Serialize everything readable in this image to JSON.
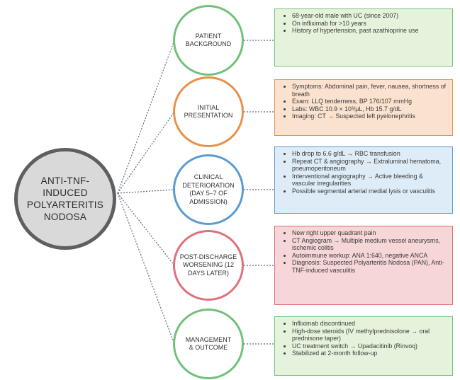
{
  "center": {
    "label": "ANTI-TNF-\nINDUCED\nPOLYARTERITIS\nNODOSA"
  },
  "stages": [
    {
      "label": "PATIENT\nBACKGROUND",
      "color": "#73c07a",
      "box_bg": "#e6f3dc",
      "items": [
        "68-year-old male with UC (since 2007)",
        "On infliximab for >10 years",
        " History of hypertension, past azathioprine use"
      ]
    },
    {
      "label": "INITIAL\nPRESENTATION",
      "color": "#e8914a",
      "box_bg": "#fbe2cf",
      "items": [
        "Symptoms: Abdominal pain, fever, nausea, shortness of breath",
        "Exam: LLQ tenderness, BP 176/107 mmHg",
        "Labs: WBC 10.9 × 10³/μL, Hb 15.7 g/dL",
        "Imaging: CT → Suspected left pyelonephritis"
      ]
    },
    {
      "label": "CLINICAL\nDETERIORATION\n(DAY 5–7 OF\nADMISSION)",
      "color": "#5a9bd5",
      "box_bg": "#ddecf7",
      "items": [
        "Hb drop to 6.6 g/dL → RBC transfusion",
        "Repeat CT & angiography → Extraluminal hematoma, pneumoperitoneum",
        "Interventional angiography → Active bleeding & vascular irregularities",
        "Possible segmental arterial medial lysis or vasculitis"
      ]
    },
    {
      "label": "POST-DISCHARGE\nWORSENING (12\nDAYS LATER)",
      "color": "#e0707a",
      "box_bg": "#f6d6d7",
      "items": [
        "New right upper quadrant pain",
        "CT Angiogram → Multiple medium vessel aneurysms, ischemic colitis",
        " Autoimmune workup: ANA 1:640, negative ANCA",
        " Diagnosis: Suspected Polyarteritis Nodosa (PAN), Anti-TNF-induced vasculitis"
      ]
    },
    {
      "label": "MANAGEMENT\n& OUTCOME",
      "color": "#73c07a",
      "box_bg": "#e6f3dc",
      "items": [
        "Infliximab discontinued",
        "High-dose steroids (IV methylprednisolone → oral prednisone taper)",
        "UC treatment switch → Upadacitinib (Rinvoq)",
        "Stabilized at 2-month follow-up"
      ]
    }
  ]
}
